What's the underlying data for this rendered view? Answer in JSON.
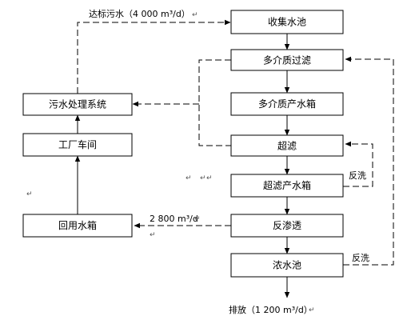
{
  "boxes": {
    "collect_pool": "收集水池",
    "multimedia_filter": "多介质过滤",
    "multimedia_tank": "多介质产水箱",
    "ultrafiltration": "超滤",
    "uf_tank": "超滤产水箱",
    "reverse_osmosis": "反渗透",
    "concentrate_pool": "浓水池",
    "wastewater_system": "污水处理系统",
    "factory_workshop": "工厂车间",
    "reuse_tank": "回用水箱"
  },
  "edge_labels": {
    "compliant_wastewater": "达标污水（4 000 m³/d）",
    "backwash_uf": "反洗",
    "backwash_concentrate": "反洗",
    "reuse_flow": "2 800 m³/d",
    "discharge": "排放（1 200 m³/d）"
  },
  "paragraph_marks": [
    "↵",
    "↵",
    "↵",
    "↵",
    "↵",
    "↵",
    "↵",
    "↵"
  ]
}
